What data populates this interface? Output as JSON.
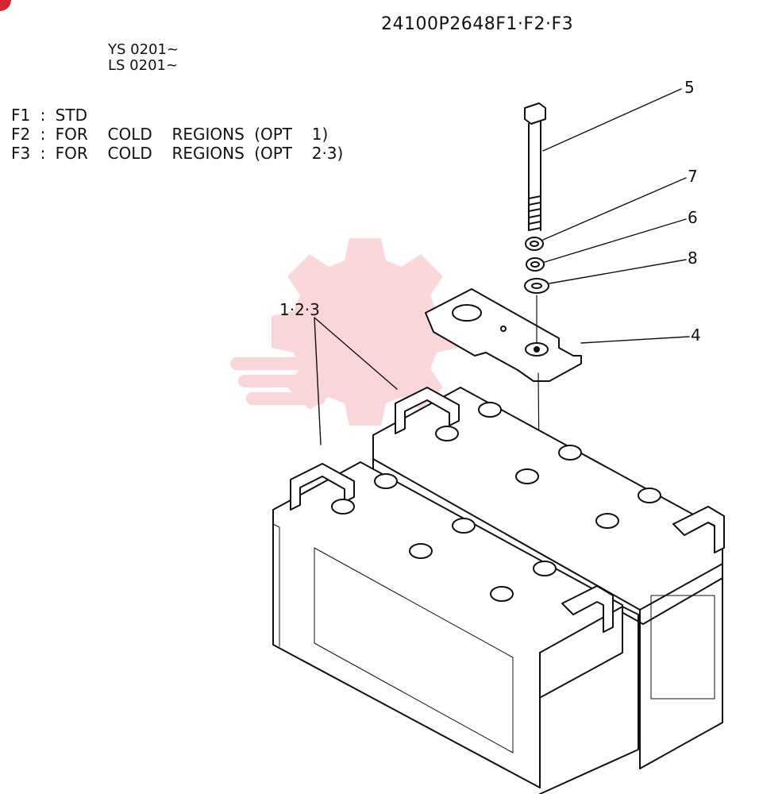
{
  "header": {
    "part_number": "24100P2648F1·F2·F3",
    "serial_ys": "YS 0201~",
    "serial_ls": "LS 0201~"
  },
  "variants": [
    {
      "code": "F1",
      "text": "F1 : STD"
    },
    {
      "code": "F2",
      "text": "F2 : FOR  COLD  REGIONS (OPT  1)"
    },
    {
      "code": "F3",
      "text": "F3 : FOR  COLD  REGIONS (OPT  2·3)"
    }
  ],
  "callouts": {
    "bolt": "5",
    "nut": "7",
    "lock_washer": "6",
    "washer": "8",
    "hold_down_plate": "4",
    "batteries": "1·2·3"
  },
  "colors": {
    "line": "#111111",
    "watermark": "#e8484c",
    "corner_mark": "#d9262b"
  }
}
